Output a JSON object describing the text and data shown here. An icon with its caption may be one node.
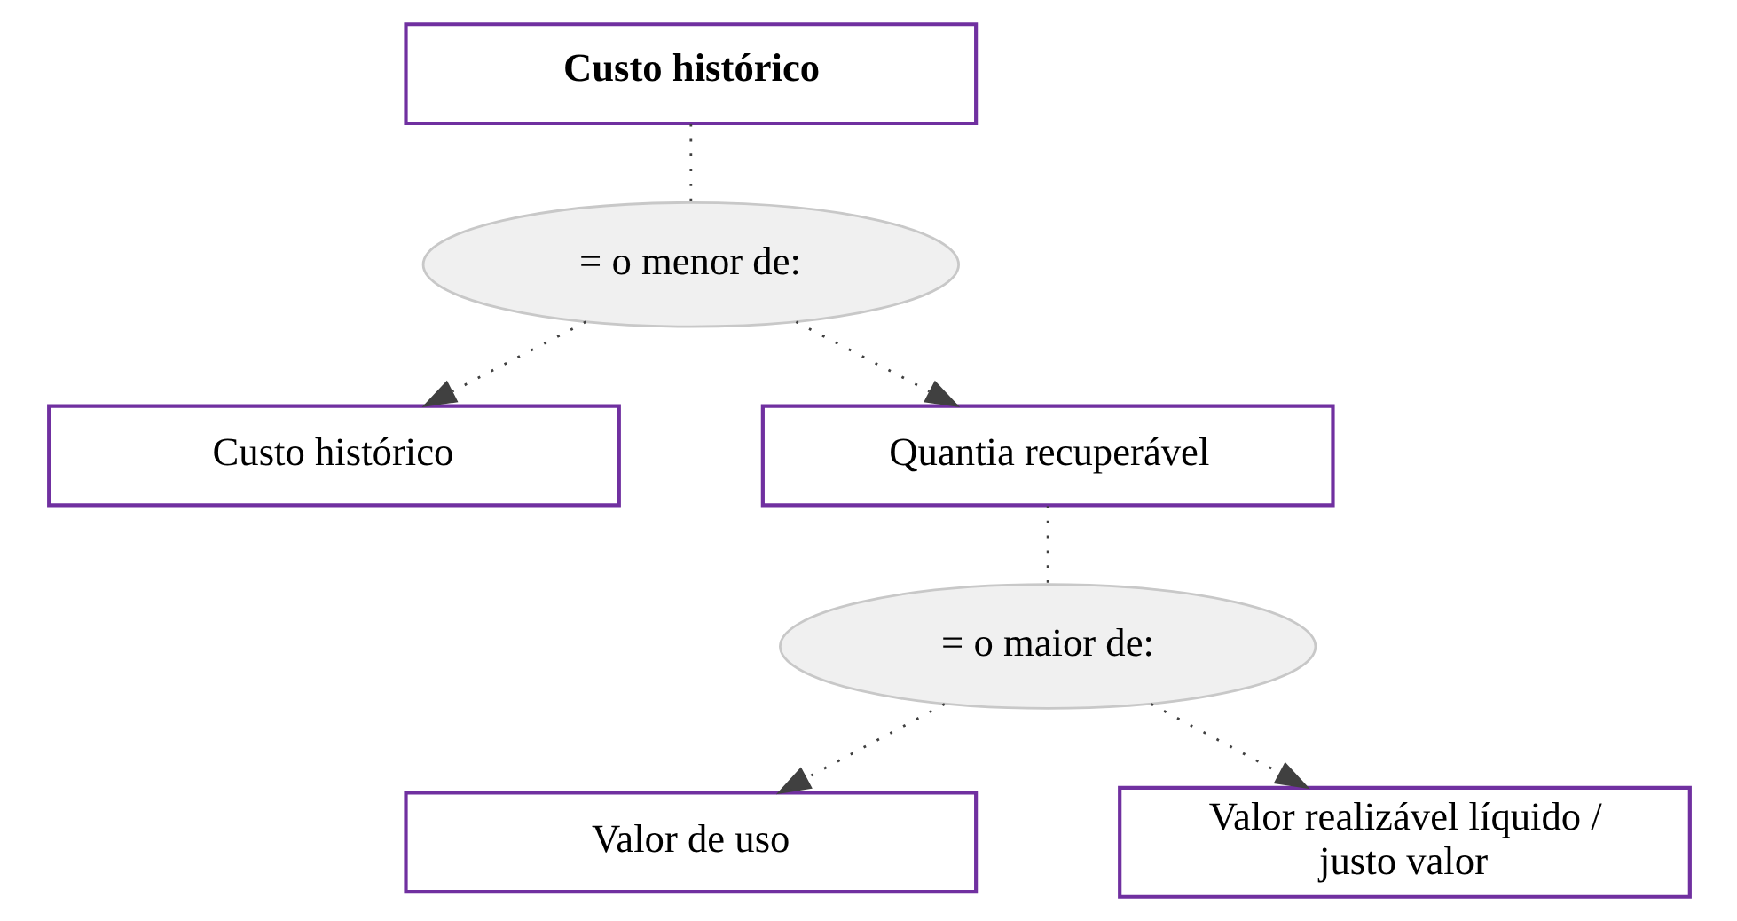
{
  "diagram": {
    "nodes": [
      {
        "text": [
          "Custo histórico"
        ]
      },
      {
        "text": [
          "= o menor de:"
        ]
      },
      {
        "text": [
          "Custo histórico"
        ]
      },
      {
        "text": [
          "Quantia recuperável"
        ]
      },
      {
        "text": [
          "= o maior de:"
        ]
      },
      {
        "text": [
          "Valor de uso"
        ]
      },
      {
        "text": [
          "Valor realizável líquido / justo valor"
        ]
      }
    ],
    "edges": [
      {
        "from": 0,
        "to": 1,
        "arrow": "none"
      },
      {
        "from": 1,
        "to": 2,
        "arrow": "to"
      },
      {
        "from": 1,
        "to": 3,
        "arrow": "to"
      },
      {
        "from": 3,
        "to": 4,
        "arrow": "none"
      },
      {
        "from": 4,
        "to": 5,
        "arrow": "to"
      },
      {
        "from": 4,
        "to": 6,
        "arrow": "to"
      }
    ]
  }
}
